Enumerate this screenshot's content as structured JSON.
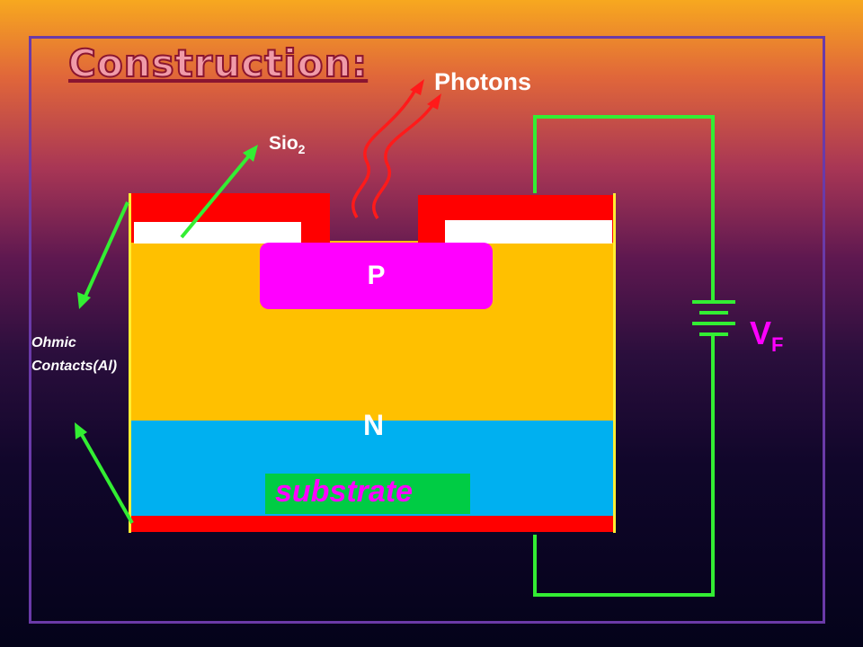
{
  "title": "Construction:",
  "labels": {
    "photons": "Photons",
    "sio": "Sio",
    "sio_sub": "2",
    "ohmic_line1": "Ohmic",
    "ohmic_line2": "Contacts(Al)",
    "p_region": "P",
    "n_region": "N",
    "substrate": "substrate",
    "vf": "V",
    "vf_sub": "F"
  },
  "colors": {
    "background_top": "#f7a81f",
    "background_bottom": "#04031a",
    "frame": "#6a3aa8",
    "contact_red": "#ff0000",
    "oxide_white": "#ffffff",
    "n_region": "#ffc000",
    "substrate_region": "#00b0f0",
    "p_region": "#ff00ff",
    "wire_green": "#33ee33",
    "photon_red": "#ff1a1a",
    "edge_yellow": "#ffee33"
  }
}
